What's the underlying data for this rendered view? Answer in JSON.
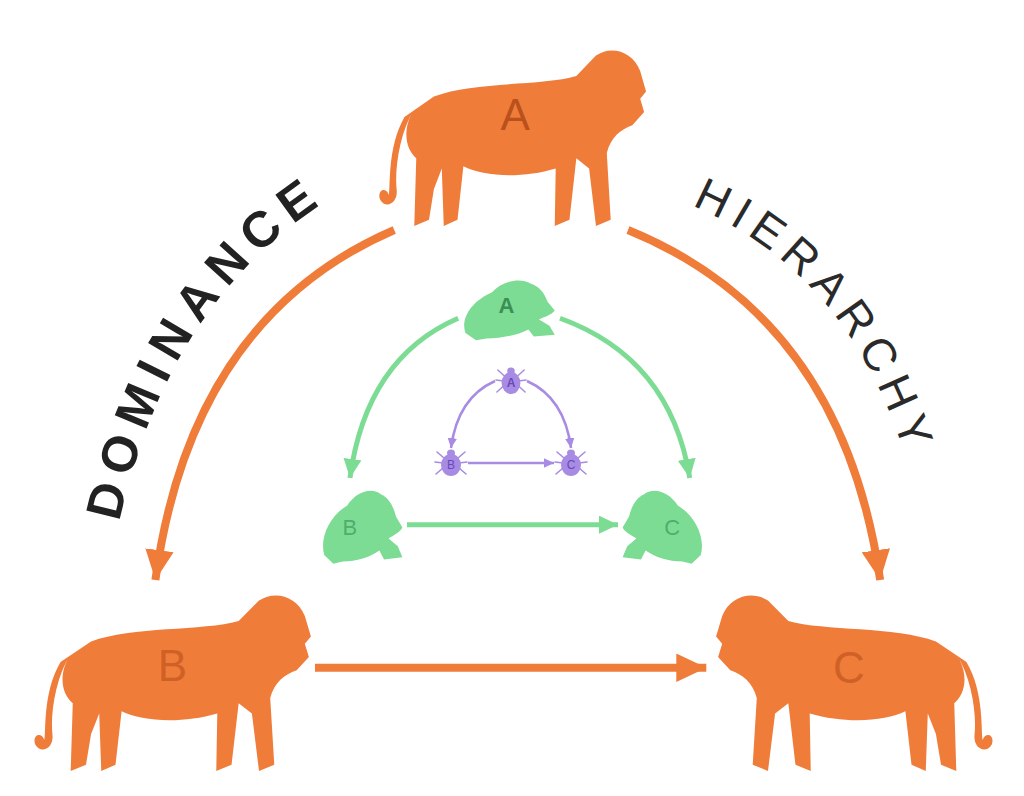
{
  "diagram": {
    "nodes": [
      {
        "text": [
          "A"
        ]
      },
      {
        "text": [
          "B"
        ]
      },
      {
        "text": [
          "C"
        ]
      },
      {
        "text": [
          "A"
        ]
      },
      {
        "text": [
          "B"
        ]
      },
      {
        "text": [
          "C"
        ]
      },
      {
        "text": [
          "A"
        ]
      },
      {
        "text": [
          "B"
        ]
      },
      {
        "text": [
          "C"
        ]
      }
    ],
    "edges": [
      {
        "from": 0,
        "to": 1,
        "arrow": "to"
      },
      {
        "from": 0,
        "to": 2,
        "arrow": "to"
      },
      {
        "from": 1,
        "to": 2,
        "arrow": "to"
      },
      {
        "from": 3,
        "to": 4,
        "arrow": "to"
      },
      {
        "from": 3,
        "to": 5,
        "arrow": "to"
      },
      {
        "from": 4,
        "to": 5,
        "arrow": "to"
      },
      {
        "from": 6,
        "to": 7,
        "arrow": "to"
      },
      {
        "from": 6,
        "to": 8,
        "arrow": "to"
      },
      {
        "from": 7,
        "to": 8,
        "arrow": "to"
      }
    ],
    "labels": [
      "DOMINANCE",
      "HIERARCHY"
    ]
  }
}
